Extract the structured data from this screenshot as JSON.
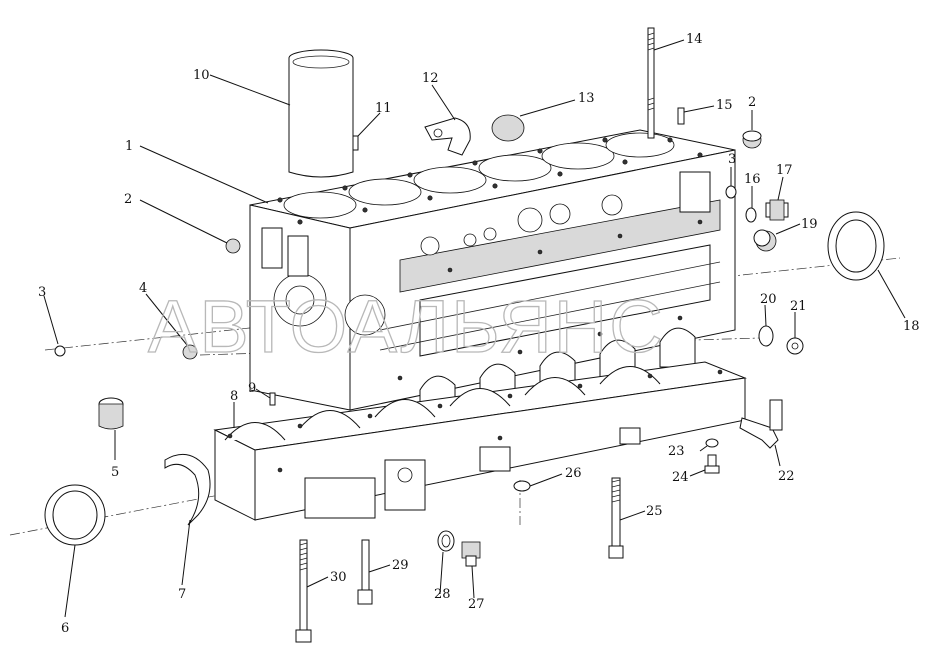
{
  "watermark": "АВТОАЛЬЯНС",
  "callouts": [
    "1",
    "2",
    "2",
    "3",
    "3",
    "4",
    "5",
    "6",
    "7",
    "8",
    "9",
    "10",
    "11",
    "12",
    "13",
    "14",
    "15",
    "16",
    "17",
    "18",
    "19",
    "20",
    "21",
    "22",
    "23",
    "24",
    "25",
    "26",
    "27",
    "28",
    "29",
    "30"
  ]
}
